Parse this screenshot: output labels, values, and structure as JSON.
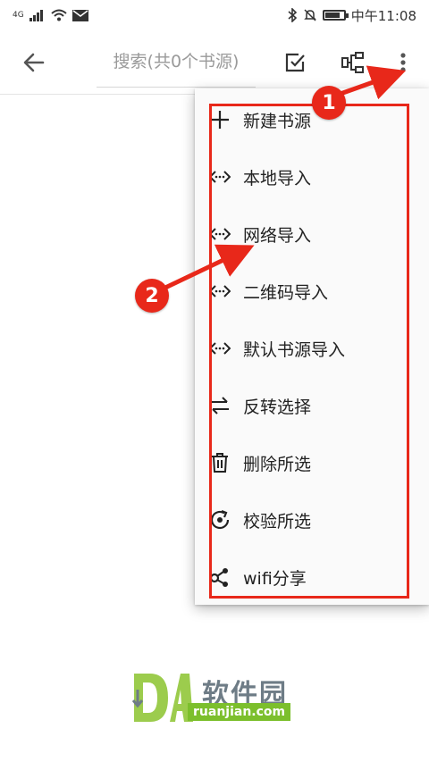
{
  "status_bar": {
    "network": "4G",
    "time": "中午11:08",
    "battery_level": 0.85
  },
  "toolbar": {
    "search_placeholder": "搜索(共0个书源)",
    "back_icon": "arrow-left-icon",
    "icons": [
      "select-all-icon",
      "group-icon",
      "more-vert-icon"
    ]
  },
  "menu": {
    "items": [
      {
        "label": "新建书源",
        "icon": "plus-icon"
      },
      {
        "label": "本地导入",
        "icon": "import-icon"
      },
      {
        "label": "网络导入",
        "icon": "import-icon"
      },
      {
        "label": "二维码导入",
        "icon": "import-icon"
      },
      {
        "label": "默认书源导入",
        "icon": "import-icon"
      },
      {
        "label": "反转选择",
        "icon": "swap-icon"
      },
      {
        "label": "删除所选",
        "icon": "trash-icon"
      },
      {
        "label": "校验所选",
        "icon": "check-refresh-icon"
      },
      {
        "label": "wifi分享",
        "icon": "share-icon"
      }
    ]
  },
  "annotations": {
    "badge_1": "1",
    "badge_2": "2",
    "color": "#e8281a"
  },
  "watermark": {
    "logo": "DA",
    "name": "软件园",
    "url": "ruanjian.com"
  }
}
